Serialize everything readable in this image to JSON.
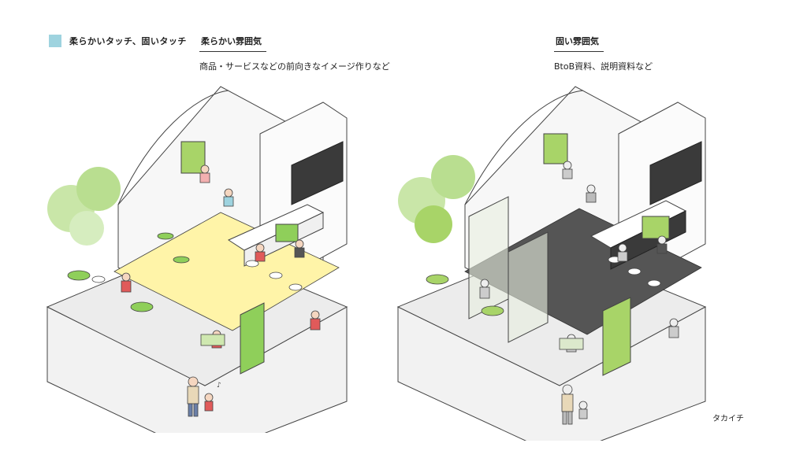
{
  "legend": {
    "label": "柔らかいタッチ、固いタッチ",
    "swatch_color": "#9ed3df"
  },
  "left_panel": {
    "title": "柔らかい雰囲気",
    "subtitle": "商品・サービスなどの前向きなイメージ作りなど",
    "accent_color": "#fff4a8",
    "green_color": "#8fcf5a"
  },
  "right_panel": {
    "title": "固い雰囲気",
    "subtitle": "BtoB資料、説明資料など",
    "accent_color": "#555555",
    "green_color": "#a8d468"
  },
  "signature": "タカイチ"
}
